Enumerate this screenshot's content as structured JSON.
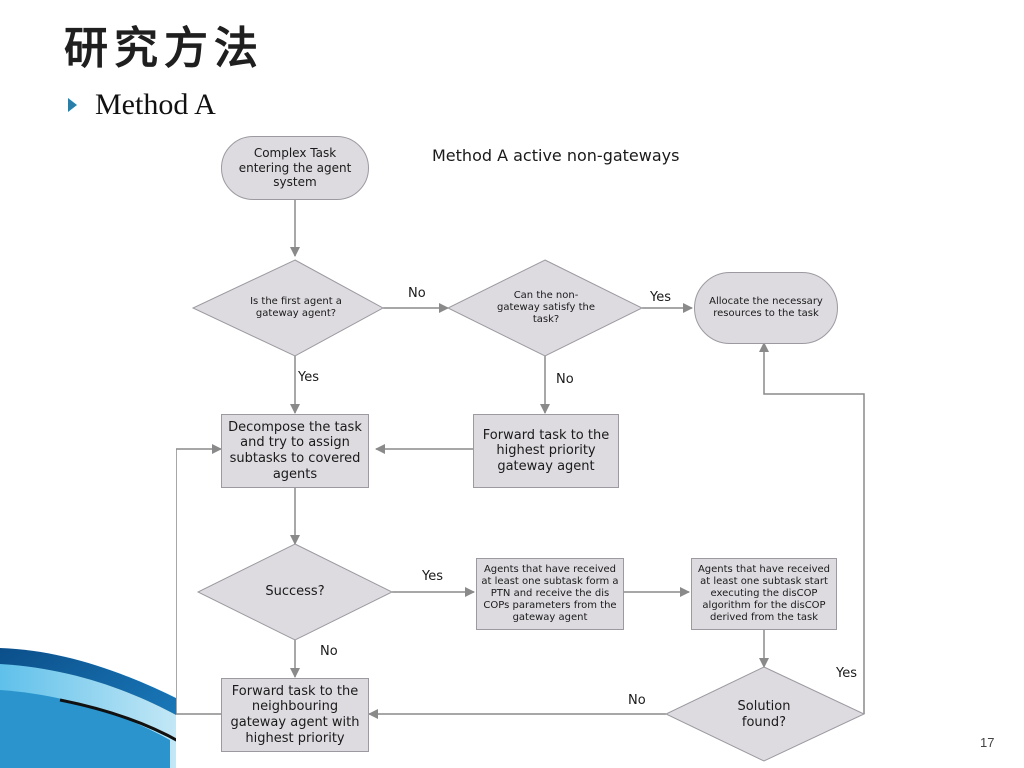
{
  "slide": {
    "title": "研究方法",
    "bullet": "Method A",
    "page_number": "17"
  },
  "diagram": {
    "title": "Method A active non-gateways",
    "nodes": {
      "start": "Complex Task entering the agent system",
      "q_first_gateway": "Is the first agent a gateway agent?",
      "q_non_gateway": "Can the non-gateway satisfy the task?",
      "allocate": "Allocate the necessary resources to the task",
      "decompose": "Decompose the task and try to assign subtasks to covered agents",
      "forward_highest": "Forward task to the highest priority gateway agent",
      "q_success": "Success?",
      "ptn": "Agents that have received at least one subtask form a PTN and receive the dis COPs parameters from the gateway agent",
      "discop": "Agents that have received at least one subtask start executing the disCOP algorithm for the disCOP derived from the task",
      "forward_neighbour": "Forward task to the neighbouring gateway agent with highest priority",
      "q_solution": "Solution found?"
    },
    "edge_labels": {
      "no_first": "No",
      "yes_non_gateway": "Yes",
      "yes_first": "Yes",
      "no_non_gateway": "No",
      "yes_success": "Yes",
      "no_success": "No",
      "yes_solution": "Yes",
      "no_solution": "No"
    }
  }
}
